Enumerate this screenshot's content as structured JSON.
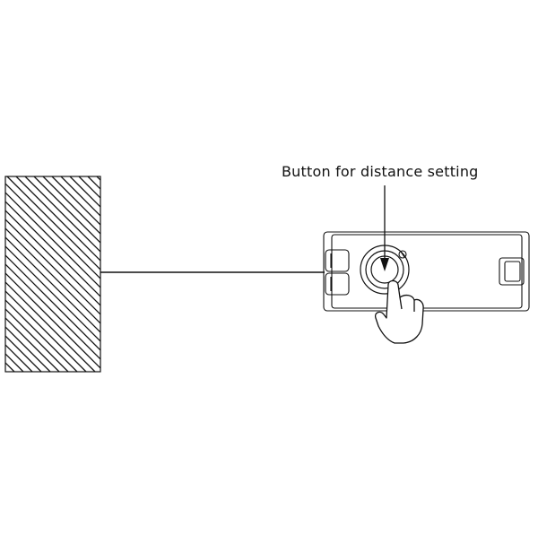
{
  "diagram": {
    "callout_label": "Button for distance setting",
    "parts": {
      "target": "hatched-wall",
      "beam": "sensing-line",
      "device": "distance-sensor-housing",
      "button": "distance-setting-button",
      "hand": "pointing-hand-icon"
    },
    "colors": {
      "line": "#111111",
      "background": "#ffffff"
    }
  }
}
